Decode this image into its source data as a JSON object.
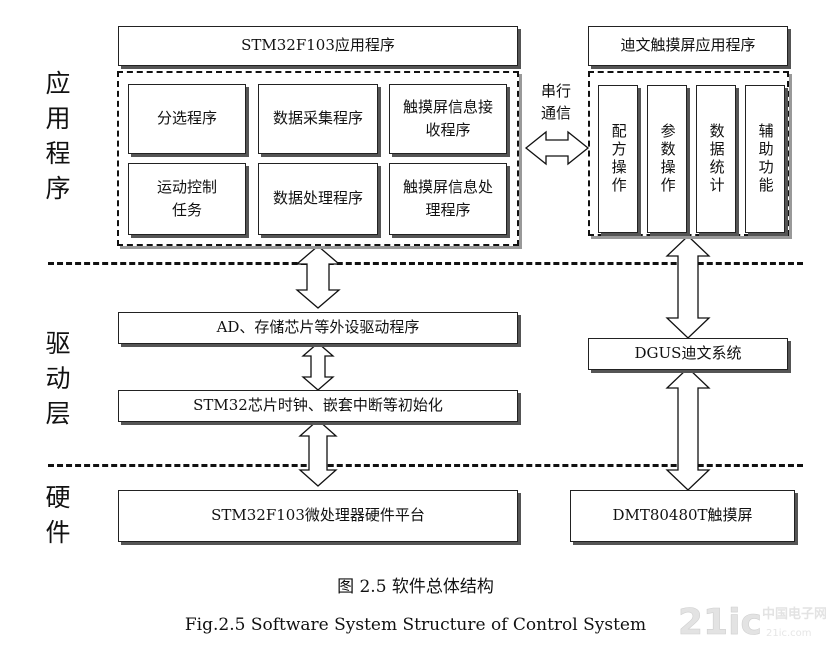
{
  "layers": {
    "application": "应用程序",
    "driver": "驱动层",
    "hardware": "硬件"
  },
  "stm32_app": {
    "title": "STM32F103应用程序",
    "modules": [
      "分选程序",
      "数据采集程序",
      "触摸屏信息接收程序",
      "运动控制任务",
      "数据处理程序",
      "触摸屏信息处理程序"
    ]
  },
  "serial_link": "串行通信",
  "touch_app": {
    "title": "迪文触摸屏应用程序",
    "modules": [
      "配方操作",
      "参数操作",
      "数据统计",
      "辅助功能"
    ]
  },
  "driver": {
    "peripheral": "AD、存储芯片等外设驱动程序",
    "init": "STM32芯片时钟、嵌套中断等初始化",
    "dgus": "DGUS迪文系统"
  },
  "hardware": {
    "mcu": "STM32F103微处理器硬件平台",
    "screen": "DMT80480T触摸屏"
  },
  "caption": {
    "cn": "图 2.5  软件总体结构",
    "en": "Fig.2.5 Software System Structure of Control System"
  },
  "watermark": "21ic 中国电子网"
}
